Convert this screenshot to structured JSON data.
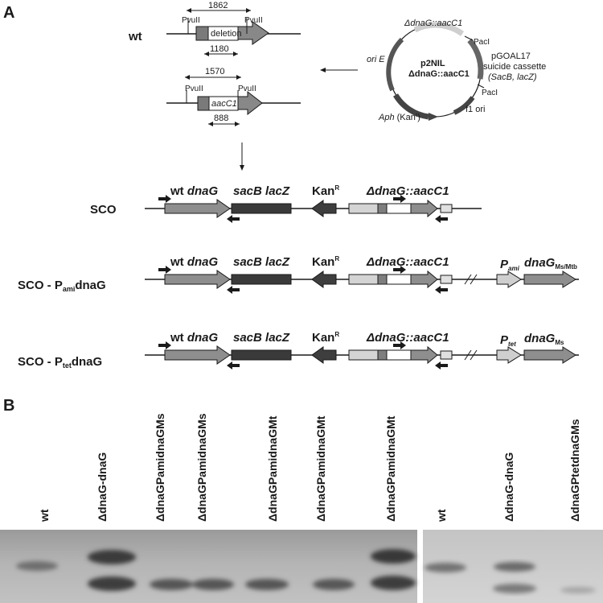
{
  "panel_a": {
    "letter": "A",
    "wt_label": "wt",
    "wt_construct": {
      "dist_top": "1862",
      "pvu_left": "PvuII",
      "pvu_right": "PvuII",
      "insert": "deletion",
      "dist_bottom": "1180"
    },
    "mut_construct": {
      "dist_top": "1570",
      "pvu_left": "PvuII",
      "pvu_right": "PvuII",
      "insert": "aacC1",
      "dist_bottom": "888"
    },
    "plasmid": {
      "name_line1": "p2NIL",
      "name_line2": "ΔdnaG::aacC1",
      "top_label": "ΔdnaG::aacC1",
      "pac_top": "PacI",
      "cassette_line1": "pGOAL17",
      "cassette_line2": "suicide cassette",
      "cassette_line3": "(SacB, lacZ)",
      "pac_bottom": "PacI",
      "ori_e": "ori E",
      "f1": "f1 ori",
      "aph": "Aph",
      "kan": "(Kan",
      "kan_sup": "r",
      "kan_close": ")"
    },
    "rows": [
      {
        "label": "SCO",
        "label_sub": "",
        "label_tail": ""
      },
      {
        "label": "SCO - P",
        "label_sub": "ami",
        "label_tail": "dnaG"
      },
      {
        "label": "SCO - P",
        "label_sub": "tet",
        "label_tail": "dnaG"
      }
    ],
    "genes": {
      "wt": "wt ",
      "wt_i": "dnaG",
      "sacb": "sacB lacZ",
      "kan": "Kan",
      "kan_sup": "R",
      "deltadnag": "ΔdnaG::aacC1",
      "p": "P",
      "p_ami_sub": "ami",
      "p_tet_sub": "tet",
      "dnag": "dnaG",
      "dnag_msmtb_sub": "Ms/Mtb",
      "dnag_ms_sub": "Ms"
    }
  },
  "panel_b": {
    "letter": "B",
    "lanes_left": [
      "wt",
      "ΔdnaG-dnaG",
      "ΔdnaGPamidnaGMs",
      "ΔdnaGPamidnaGMs",
      "ΔdnaGPamidnaGMt",
      "ΔdnaGPamidnaGMt",
      "ΔdnaGPamidnaGMt"
    ],
    "lanes_right": [
      "wt",
      "ΔdnaG-dnaG",
      "ΔdnaGPtetdnaGMs"
    ]
  }
}
